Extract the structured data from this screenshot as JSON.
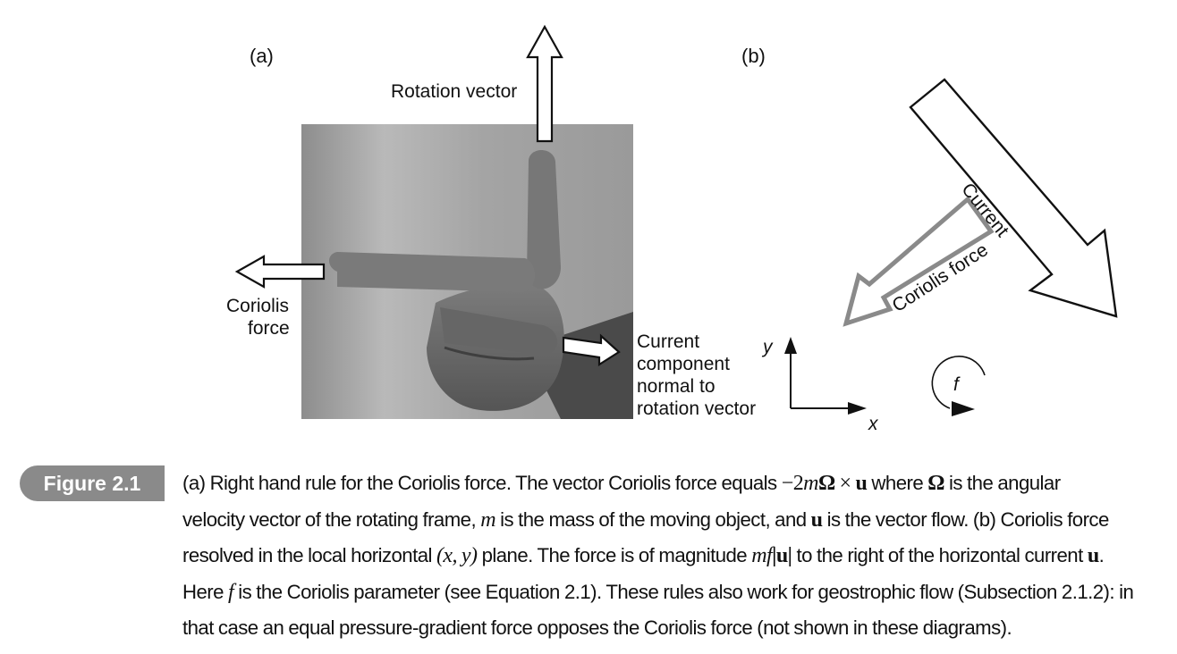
{
  "panel_a": {
    "letter": "(a)",
    "rotation_vector_label": "Rotation vector",
    "coriolis_label_line1": "Coriolis",
    "coriolis_label_line2": "force",
    "current_label_lines": [
      "Current",
      "component",
      "normal to",
      "rotation vector"
    ]
  },
  "panel_b": {
    "letter": "(b)",
    "current_label": "Current",
    "coriolis_label": "Coriolis force",
    "y_axis_label": "y",
    "x_axis_label": "x",
    "rotation_label": "f"
  },
  "figure_badge": "Figure 2.1",
  "caption": {
    "l1_a": "(a) Right hand rule for the Coriolis force. The vector Coriolis force equals ",
    "l1_math1": "−2",
    "l1_math_m": "m",
    "l1_math_omega": "Ω",
    "l1_math_times": " × ",
    "l1_math_u": "u",
    "l1_b": " where ",
    "l1_omega2": "Ω",
    "l1_c": " is the angular",
    "l2_a": "velocity vector of the rotating frame, ",
    "l2_m": "m",
    "l2_b": " is the mass of the moving object, and ",
    "l2_u": "u",
    "l2_c": " is the vector flow. (b) Coriolis force",
    "l3_a": "resolved in the local horizontal ",
    "l3_xy": "(x, y)",
    "l3_b": " plane. The force is of magnitude ",
    "l3_mf": "mf",
    "l3_abs": "|u|",
    "l3_c": " to the right of the horizontal current ",
    "l3_u": "u",
    "l3_d": ".",
    "l4_a": "Here ",
    "l4_f": "f",
    "l4_b": " is the Coriolis parameter (see Equation 2.1). These rules also work for geostrophic flow (Subsection 2.1.2): in",
    "l5": "that case an equal pressure-gradient force opposes the Coriolis force (not shown in these diagrams)."
  }
}
